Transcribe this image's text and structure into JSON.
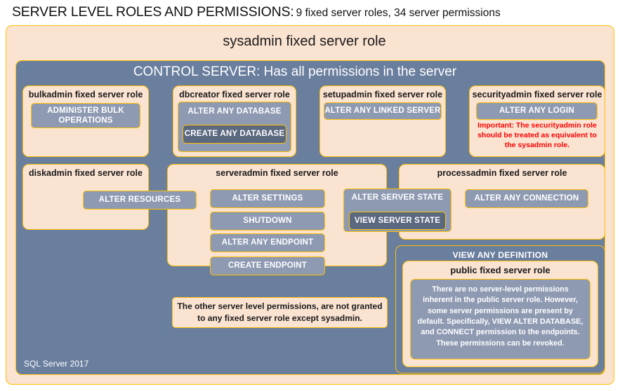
{
  "title": {
    "main": "SERVER LEVEL ROLES AND PERMISSIONS:",
    "sub": "9 fixed server roles, 34 server permissions"
  },
  "sysadmin": {
    "label": "sysadmin fixed server role"
  },
  "control_server": {
    "label": "CONTROL SERVER: Has all permissions in the server"
  },
  "roles": {
    "bulkadmin": {
      "label": "bulkadmin fixed server role",
      "permissions": [
        "ADMINISTER  BULK OPERATIONS"
      ]
    },
    "dbcreator": {
      "label": "dbcreator fixed server role",
      "permissions": [
        "ALTER ANY DATABASE",
        "CREATE  ANY DATABASE"
      ]
    },
    "setupadmin": {
      "label": "setupadmin fixed server role",
      "permissions": [
        "ALTER ANY LINKED SERVER"
      ]
    },
    "securityadmin": {
      "label": "securityadmin fixed server role",
      "permissions": [
        "ALTER ANY LOGIN"
      ],
      "warning": "Important:  The securityadmin role should  be treated  as equivalent to the sysadmin role."
    },
    "diskadmin": {
      "label": "diskadmin fixed server role",
      "permissions": [
        "ALTER RESOURCES"
      ]
    },
    "serveradmin": {
      "label": "serveradmin fixed server role",
      "permissions": [
        "ALTER SETTINGS",
        "SHUTDOWN",
        "ALTER ANY ENDPOINT",
        "CREATE  ENDPOINT",
        "ALTER SERVER STATE",
        "VIEW SERVER  STATE"
      ]
    },
    "processadmin": {
      "label": "processadmin fixed server role",
      "permissions": [
        "ALTER ANY CONNECTION"
      ]
    },
    "public": {
      "view_any_definition": "VIEW ANY DEFINITION",
      "label": "public  fixed server role",
      "note": "There are no server-level permissions inherent in the public server role. However, some server permissions are present by default. Specifically, VIEW ALTER DATABASE, and CONNECT permission to the endpoints. These permissions can be revoked."
    }
  },
  "notes": {
    "other_permissions": "The other server level permissions,  are not granted to any fixed server role except sysadmin."
  },
  "footer": {
    "label": "SQL Server 2017"
  },
  "colors": {
    "peach": "#FBE3D2",
    "slate_dark": "#6A7E9E",
    "chip": "#8E9AB2",
    "chip_nested": "#5A6880",
    "border_gold": "#FFC000",
    "warning_red": "#FF0000"
  }
}
